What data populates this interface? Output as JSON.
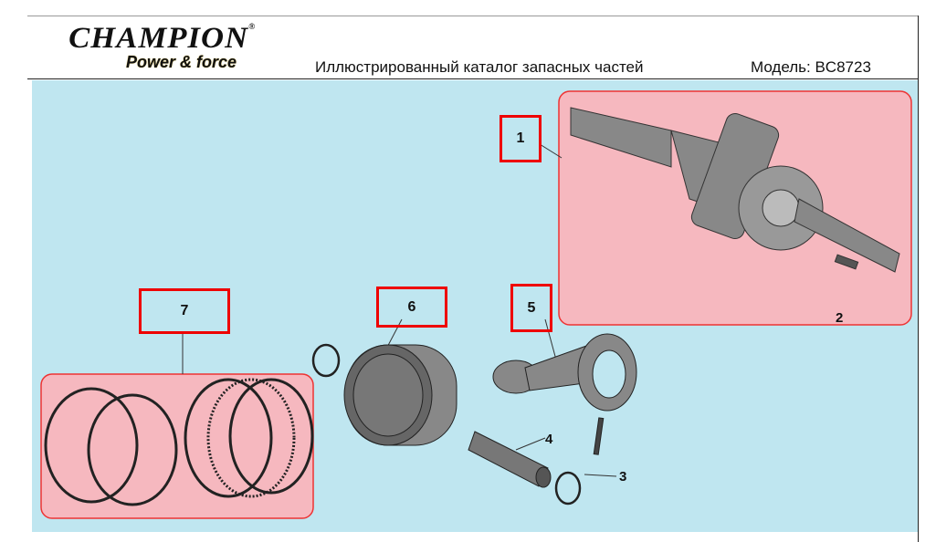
{
  "header": {
    "brand": "CHAMPION",
    "tagline": "Power & force",
    "title": "Иллюстрированный каталог запасных частей",
    "model": "Модель: BC8723"
  },
  "parts": [
    {
      "number": "1",
      "name": "crankshaft"
    },
    {
      "number": "2",
      "name": "key"
    },
    {
      "number": "3",
      "name": "circlip"
    },
    {
      "number": "4",
      "name": "piston-pin"
    },
    {
      "number": "5",
      "name": "connecting-rod"
    },
    {
      "number": "6",
      "name": "piston"
    },
    {
      "number": "7",
      "name": "piston-rings"
    }
  ],
  "colors": {
    "background": "#bfe6f0",
    "highlight": "#f6b8bf",
    "callout": "#ee0000"
  }
}
